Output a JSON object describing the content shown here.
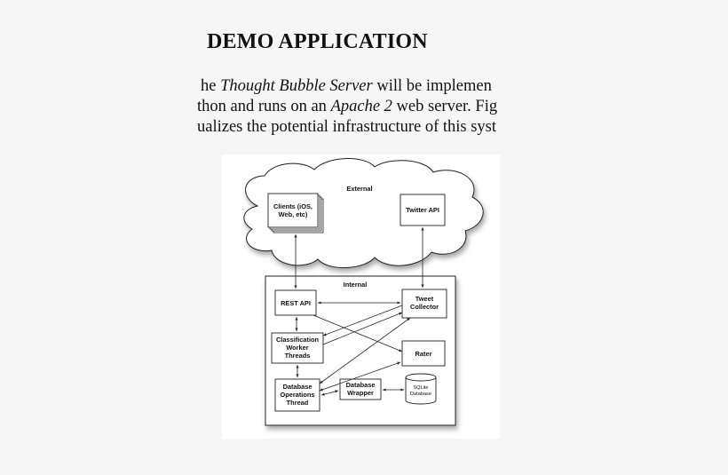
{
  "section": {
    "heading": "DEMO APPLICATION"
  },
  "paragraph": {
    "line1": {
      "before": "he ",
      "emphasis": "Thought Bubble Server",
      "after": " will be implemen"
    },
    "line2": {
      "before": "thon and runs on an ",
      "emphasis": "Apache 2",
      "after": " web server. Fig"
    },
    "line3": {
      "text": "ualizes the potential infrastructure of this syst"
    }
  },
  "diagram": {
    "external_label": "External",
    "internal_label": "Internal",
    "nodes": {
      "clients": [
        "Clients (iOS,",
        "Web, etc)"
      ],
      "twitter_api": "Twitter API",
      "rest_api": "REST API",
      "tweet_collector": [
        "Tweet",
        "Collector"
      ],
      "classification": [
        "Classification",
        "Worker",
        "Threads"
      ],
      "rater": "Rater",
      "db_ops": [
        "Database",
        "Operations",
        "Thread"
      ],
      "db_wrapper": [
        "Database",
        "Wrapper"
      ],
      "sqlite": [
        "SQLite",
        "Database"
      ]
    }
  }
}
